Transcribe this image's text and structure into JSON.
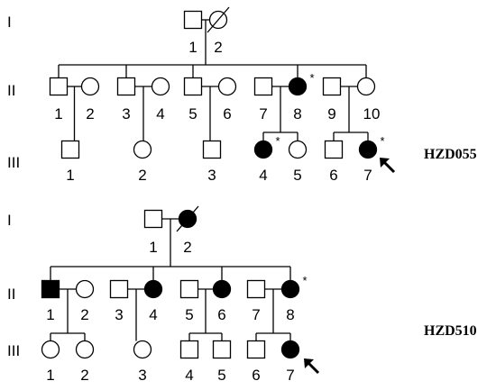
{
  "colors": {
    "line": "#000000",
    "affected": "#000000",
    "unaffected": "#ffffff"
  },
  "pedigrees": [
    {
      "family_id": "HZD055",
      "generations": [
        {
          "label": "I",
          "individuals": [
            {
              "n": "1",
              "sex": "male",
              "affected": false,
              "deceased": false,
              "star": false,
              "proband": false
            },
            {
              "n": "2",
              "sex": "female",
              "affected": false,
              "deceased": true,
              "star": false,
              "proband": false
            }
          ]
        },
        {
          "label": "II",
          "individuals": [
            {
              "n": "1",
              "sex": "male",
              "affected": false,
              "deceased": false,
              "star": false,
              "proband": false
            },
            {
              "n": "2",
              "sex": "female",
              "affected": false,
              "deceased": false,
              "star": false,
              "proband": false
            },
            {
              "n": "3",
              "sex": "male",
              "affected": false,
              "deceased": false,
              "star": false,
              "proband": false
            },
            {
              "n": "4",
              "sex": "female",
              "affected": false,
              "deceased": false,
              "star": false,
              "proband": false
            },
            {
              "n": "5",
              "sex": "male",
              "affected": false,
              "deceased": false,
              "star": false,
              "proband": false
            },
            {
              "n": "6",
              "sex": "female",
              "affected": false,
              "deceased": false,
              "star": false,
              "proband": false
            },
            {
              "n": "7",
              "sex": "male",
              "affected": false,
              "deceased": false,
              "star": false,
              "proband": false
            },
            {
              "n": "8",
              "sex": "female",
              "affected": true,
              "deceased": false,
              "star": true,
              "proband": false
            },
            {
              "n": "9",
              "sex": "male",
              "affected": false,
              "deceased": false,
              "star": false,
              "proband": false
            },
            {
              "n": "10",
              "sex": "female",
              "affected": false,
              "deceased": false,
              "star": false,
              "proband": false
            }
          ]
        },
        {
          "label": "III",
          "individuals": [
            {
              "n": "1",
              "sex": "male",
              "affected": false,
              "deceased": false,
              "star": false,
              "proband": false
            },
            {
              "n": "2",
              "sex": "female",
              "affected": false,
              "deceased": false,
              "star": false,
              "proband": false
            },
            {
              "n": "3",
              "sex": "male",
              "affected": false,
              "deceased": false,
              "star": false,
              "proband": false
            },
            {
              "n": "4",
              "sex": "female",
              "affected": true,
              "deceased": false,
              "star": true,
              "proband": false
            },
            {
              "n": "5",
              "sex": "female",
              "affected": false,
              "deceased": false,
              "star": false,
              "proband": false
            },
            {
              "n": "6",
              "sex": "male",
              "affected": false,
              "deceased": false,
              "star": false,
              "proband": false
            },
            {
              "n": "7",
              "sex": "female",
              "affected": true,
              "deceased": false,
              "star": true,
              "proband": true
            }
          ]
        }
      ]
    },
    {
      "family_id": "HZD510",
      "generations": [
        {
          "label": "I",
          "individuals": [
            {
              "n": "1",
              "sex": "male",
              "affected": false,
              "deceased": false,
              "star": false,
              "proband": false
            },
            {
              "n": "2",
              "sex": "female",
              "affected": true,
              "deceased": true,
              "star": false,
              "proband": false
            }
          ]
        },
        {
          "label": "II",
          "individuals": [
            {
              "n": "1",
              "sex": "male",
              "affected": true,
              "deceased": false,
              "star": false,
              "proband": false
            },
            {
              "n": "2",
              "sex": "female",
              "affected": false,
              "deceased": false,
              "star": false,
              "proband": false
            },
            {
              "n": "3",
              "sex": "male",
              "affected": false,
              "deceased": false,
              "star": false,
              "proband": false
            },
            {
              "n": "4",
              "sex": "female",
              "affected": true,
              "deceased": false,
              "star": false,
              "proband": false
            },
            {
              "n": "5",
              "sex": "male",
              "affected": false,
              "deceased": false,
              "star": false,
              "proband": false
            },
            {
              "n": "6",
              "sex": "female",
              "affected": true,
              "deceased": false,
              "star": false,
              "proband": false
            },
            {
              "n": "7",
              "sex": "male",
              "affected": false,
              "deceased": false,
              "star": false,
              "proband": false
            },
            {
              "n": "8",
              "sex": "female",
              "affected": true,
              "deceased": false,
              "star": true,
              "proband": false
            }
          ]
        },
        {
          "label": "III",
          "individuals": [
            {
              "n": "1",
              "sex": "female",
              "affected": false,
              "deceased": false,
              "star": false,
              "proband": false
            },
            {
              "n": "2",
              "sex": "female",
              "affected": false,
              "deceased": false,
              "star": false,
              "proband": false
            },
            {
              "n": "3",
              "sex": "female",
              "affected": false,
              "deceased": false,
              "star": false,
              "proband": false
            },
            {
              "n": "4",
              "sex": "male",
              "affected": false,
              "deceased": false,
              "star": false,
              "proband": false
            },
            {
              "n": "5",
              "sex": "male",
              "affected": false,
              "deceased": false,
              "star": false,
              "proband": false
            },
            {
              "n": "6",
              "sex": "male",
              "affected": false,
              "deceased": false,
              "star": false,
              "proband": false
            },
            {
              "n": "7",
              "sex": "female",
              "affected": true,
              "deceased": false,
              "star": false,
              "proband": true
            }
          ]
        }
      ]
    }
  ],
  "star_symbol": "*"
}
